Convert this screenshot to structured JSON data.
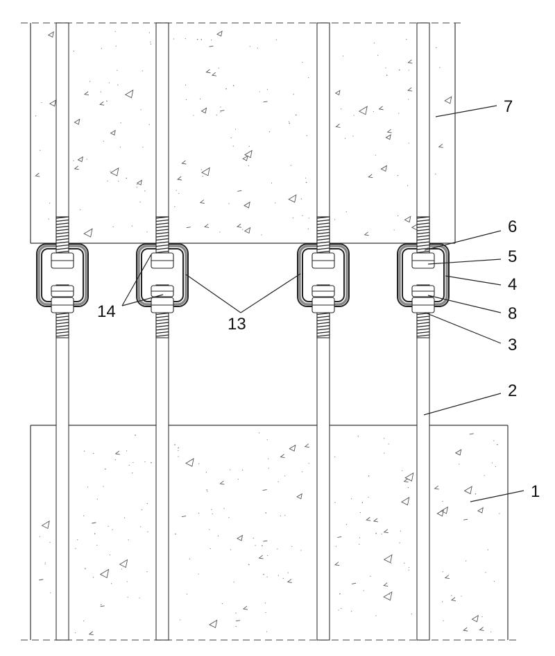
{
  "labels": {
    "l1": "1",
    "l2": "2",
    "l3": "3",
    "l4": "4",
    "l5": "5",
    "l6": "6",
    "l7": "7",
    "l8": "8",
    "l13": "13",
    "l14": "14"
  }
}
